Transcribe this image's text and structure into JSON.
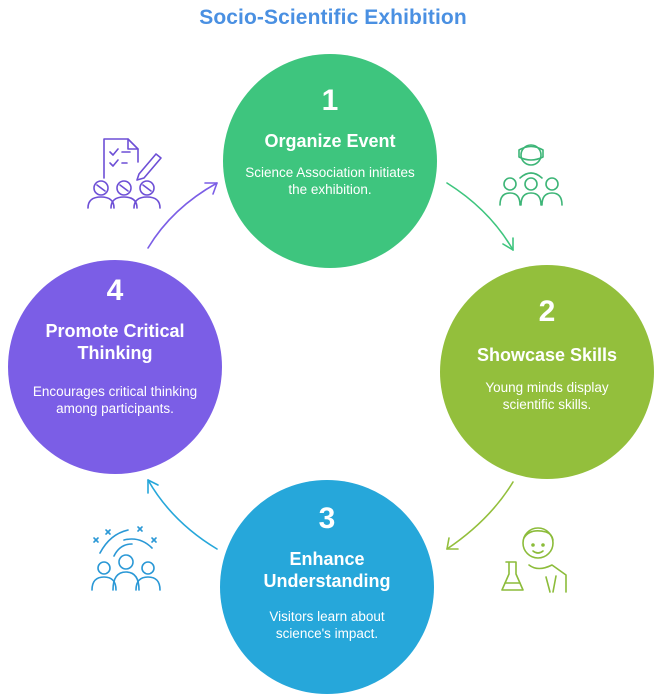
{
  "title": "Socio-Scientific Exhibition",
  "colors": {
    "title": "#4a90e2",
    "step1": "#3ec57e",
    "step2": "#93bf3c",
    "step3": "#26a7da",
    "step4": "#7b5ee6",
    "icon_purple": "#6d4fd6",
    "icon_green": "#3db577",
    "icon_olive": "#8cbc3a",
    "icon_blue": "#2a98d6"
  },
  "steps": [
    {
      "number": "1",
      "heading": "Organize Event",
      "description": "Science Association initiates the exhibition.",
      "icon": "people-with-leader-icon"
    },
    {
      "number": "2",
      "heading": "Showcase Skills",
      "description": "Young minds display scientific skills.",
      "icon": "scientist-with-flask-icon"
    },
    {
      "number": "3",
      "heading": "Enhance Understanding",
      "description": "Visitors learn about science's impact.",
      "icon": "group-with-ideas-icon"
    },
    {
      "number": "4",
      "heading": "Promote Critical Thinking",
      "description": "Encourages critical thinking among participants.",
      "icon": "checklist-with-group-icon"
    }
  ]
}
